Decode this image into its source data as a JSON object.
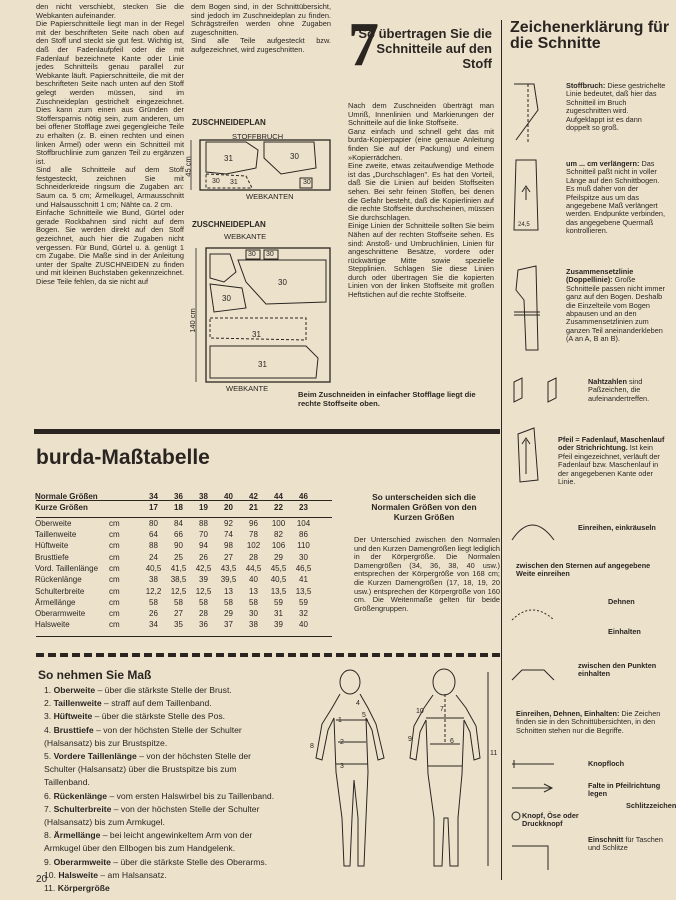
{
  "left_column": {
    "paragraphs": [
      "den nicht verschiebt, stecken Sie die Webkanten aufeinander.",
      "Die Papierschnitteile liegt man in der Regel mit der beschrifteten Seite nach oben auf den Stoff und steckt sie gut fest. Wichtig ist, daß der Fadenlaufpfeil oder die mit Fadenlauf bezeichnete Kante oder Linie jedes Schnitteils genau parallel zur Webkante läuft. Papierschnitteile, die mit der beschrifteten Seite nach unten auf den Stoff gelegt werden müssen, sind im Zuschneideplan gestrichelt eingezeichnet. Dies kann zum einen aus Gründen der Stoffersparnis nötig sein, zum anderen, um bei offener Stofflage zwei gegengleiche Teile zu erhalten (z. B. einen rechten und einen linken Ärmel) oder wenn ein Schnitteil mit Stoffbruchlinie zum ganzen Teil zu ergänzen ist.",
      "Sind alle Schnitteile auf dem Stoff festgesteckt, zeichnen Sie mit Schneiderkreide ringsum die Zugaben an: Saum ca. 5 cm; Ärmelkugel, Armausschnitt und Halsausschnitt 1 cm; Nähte ca. 2 cm.",
      "Einfache Schnitteile wie Bund, Gürtel oder gerade Rockbahnen sind nicht auf dem Bogen. Sie werden direkt auf den Stoff gezeichnet, auch hier die Zugaben nicht vergessen. Für Bund, Gürtel u. ä. genügt 1 cm Zugabe. Die Maße sind in der Anleitung unter der Spalte ZUSCHNEIDEN zu finden und mit kleinen Buchstaben gekennzeichnet. Diese Teile fehlen, da sie nicht auf"
    ]
  },
  "middle_column": {
    "paragraphs": [
      "dem Bogen sind, in der Schnittübersicht, sind jedoch im Zuschneideplan zu finden. Schrägstreifen werden ohne Zugaben zugeschnitten.",
      "Sind alle Teile aufgesteckt bzw. aufgezeichnet, wird zugeschnitten."
    ],
    "plan1": {
      "title": "ZUSCHNEIDEPLAN",
      "top_label": "STOFFBRUCH",
      "bottom_label": "WEBKANTEN",
      "height_label": "45 cm",
      "piece_nums": [
        "31",
        "30",
        "30",
        "31",
        "30"
      ]
    },
    "plan2": {
      "title": "ZUSCHNEIDEPLAN",
      "top_label": "WEBKANTE",
      "bottom_label": "WEBKANTE",
      "height_label": "140 cm",
      "piece_nums": [
        "30",
        "30",
        "30",
        "30",
        "31",
        "31"
      ]
    }
  },
  "section7": {
    "number": "7",
    "heading": "So übertragen Sie die Schnitteile auf den Stoff",
    "paragraphs": [
      "Nach dem Zuschneiden überträgt man Umriß, Innenlinien und Markierungen der Schnitteile auf die linke Stoffseite.",
      "Ganz einfach und schnell geht das mit burda-Kopierpapier (eine genaue Anleitung finden Sie auf der Packung) und einem »Kopierrädchen.",
      "Eine zweite, etwas zeitaufwendige Methode ist das „Durchschlagen\". Es hat den Vorteil, daß Sie die Linien auf beiden Stoffseiten sehen. Bei sehr feinen Stoffen, bei denen die Gefahr besteht, daß die Kopierlinien auf die rechte Stoffseite durchscheinen, müssen Sie durchschlagen.",
      "Einige Linien der Schnitteile sollten Sie beim Nähen auf der rechten Stoffseite sehen. Es sind: Anstoß- und Umbruchlinien, Linien für angeschnittene Besätze, vordere oder rückwärtige Mitte sowie spezielle Stepplinien. Schlagen Sie diese Linien durch oder übertragen Sie die kopierten Linien von der linken Stoffseite mit großen Heftstichen auf die rechte Stoffseite."
    ],
    "caption": "Beim Zuschneiden in einfacher Stofflage liegt die rechte Stoffseite oben."
  },
  "legend": {
    "title": "Zeichenerklärung für die Schnitte",
    "items": [
      {
        "name": "Stoffbruch:",
        "text": "Diese gestrichelte Linie bedeutet, daß hier das Schnitteil im Bruch zugeschnitten wird. Aufgeklappt ist es dann doppelt so groß."
      },
      {
        "name": "um ... cm verlängern:",
        "text": "Das Schnitteil paßt nicht in voller Länge auf den Schnittbogen. Es muß daher von der Pfeilspitze aus um das angegebene Maß verlängert werden. Endpunkte verbinden, das angegebene Quermaß kontrollieren."
      },
      {
        "name": "Zusammensetzlinie (Doppellinie):",
        "text": "Große Schnitteile passen nicht immer ganz auf den Bogen. Deshalb die Einzelteile vom Bogen abpausen und an den Zusammensetzlinien zum ganzen Teil aneinanderkleben (A an A, B an B)."
      },
      {
        "name": "Nahtzahlen",
        "text": "sind Paßzeichen, die aufeinandertreffen."
      },
      {
        "name": "Pfeil = Fadenlauf, Maschenlauf oder Strichrichtung.",
        "text": "Ist kein Pfeil eingezeichnet, verläuft der Fadenlauf bzw. Maschenlauf in der angegebenen Kante oder Linie."
      },
      {
        "name": "Einreihen, einkräuseln",
        "text": ""
      },
      {
        "name": "zwischen den Sternen auf angegebene Weite einreihen",
        "text": ""
      },
      {
        "name": "Dehnen",
        "text": ""
      },
      {
        "name": "Einhalten",
        "text": ""
      },
      {
        "name": "zwischen den Punkten einhalten",
        "text": ""
      },
      {
        "name": "Einreihen, Dehnen, Einhalten:",
        "text": "Die Zeichen finden sie in den Schnittübersichten, in den Schnitten stehen nur die Begriffe."
      },
      {
        "name": "Knopfloch",
        "text": ""
      },
      {
        "name": "Falte in Pfeilrichtung legen",
        "text": ""
      },
      {
        "name": "Knopf, Öse oder Druckknopf",
        "text": ""
      },
      {
        "name": "Schlitzzeichen",
        "text": ""
      },
      {
        "name": "Einschnitt",
        "text": "für Taschen und Schlitze"
      }
    ],
    "fig_label": "24,5"
  },
  "mass_table": {
    "title": "burda-Maßtabelle",
    "normal_label": "Normale Größen",
    "normal_sizes": [
      "34",
      "36",
      "38",
      "40",
      "42",
      "44",
      "46"
    ],
    "kurz_label": "Kurze Größen",
    "kurz_sizes": [
      "17",
      "18",
      "19",
      "20",
      "21",
      "22",
      "23"
    ],
    "rows": [
      {
        "label": "Oberweite",
        "unit": "cm",
        "values": [
          "80",
          "84",
          "88",
          "92",
          "96",
          "100",
          "104"
        ]
      },
      {
        "label": "Taillenweite",
        "unit": "cm",
        "values": [
          "64",
          "66",
          "70",
          "74",
          "78",
          "82",
          "86"
        ]
      },
      {
        "label": "Hüftweite",
        "unit": "cm",
        "values": [
          "88",
          "90",
          "94",
          "98",
          "102",
          "106",
          "110"
        ]
      },
      {
        "label": "Brusttiefe",
        "unit": "cm",
        "values": [
          "24",
          "25",
          "26",
          "27",
          "28",
          "29",
          "30"
        ]
      },
      {
        "label": "Vord. Taillenlänge",
        "unit": "cm",
        "values": [
          "40,5",
          "41,5",
          "42,5",
          "43,5",
          "44,5",
          "45,5",
          "46,5"
        ]
      },
      {
        "label": "Rückenlänge",
        "unit": "cm",
        "values": [
          "38",
          "38,5",
          "39",
          "39,5",
          "40",
          "40,5",
          "41"
        ]
      },
      {
        "label": "Schulterbreite",
        "unit": "cm",
        "values": [
          "12,2",
          "12,5",
          "12,5",
          "13",
          "13",
          "13,5",
          "13,5"
        ]
      },
      {
        "label": "Ärmellänge",
        "unit": "cm",
        "values": [
          "58",
          "58",
          "58",
          "58",
          "58",
          "59",
          "59"
        ]
      },
      {
        "label": "Oberarmweite",
        "unit": "cm",
        "values": [
          "26",
          "27",
          "28",
          "29",
          "30",
          "31",
          "32"
        ]
      },
      {
        "label": "Halsweite",
        "unit": "cm",
        "values": [
          "34",
          "35",
          "36",
          "37",
          "38",
          "39",
          "40"
        ]
      }
    ]
  },
  "sizes_note": {
    "heading": "So unterscheiden sich die Normalen Größen von den Kurzen Größen",
    "text": "Der Unterschied zwischen den Normalen und den Kurzen Damengrößen liegt lediglich in der Körpergröße. Die Normalen Damengrößen (34, 36, 38, 40 usw.) entsprechen der Körpergröße von 168 cm; die Kurzen Damengrößen (17, 18, 19, 20 usw.) entsprechen der Körpergröße von 160 cm. Die Weitenmaße gelten für beide Größengruppen."
  },
  "measure": {
    "title": "So nehmen Sie Maß",
    "items": [
      {
        "n": "1.",
        "name": "Oberweite",
        "text": " – über die stärkste Stelle der Brust."
      },
      {
        "n": "2.",
        "name": "Taillenweite",
        "text": " – straff auf dem Taillenband."
      },
      {
        "n": "3.",
        "name": "Hüftweite",
        "text": " – über die stärkste Stelle des Pos."
      },
      {
        "n": "4.",
        "name": "Brusttiefe",
        "text": " – von der höchsten Stelle der Schulter (Halsansatz) bis zur Brustspitze."
      },
      {
        "n": "5.",
        "name": "Vordere Taillenlänge",
        "text": " – von der höchsten Stelle der Schulter (Halsansatz) über die Brustspitze bis zum Taillenband."
      },
      {
        "n": "6.",
        "name": "Rückenlänge",
        "text": " – vom ersten Halswirbel bis zu Taillenband."
      },
      {
        "n": "7.",
        "name": "Schulterbreite",
        "text": " – von der höchsten Stelle der Schulter (Halsansatz) bis zum Armkugel."
      },
      {
        "n": "8.",
        "name": "Ärmellänge",
        "text": " – bei leicht angewinkeltem Arm von der Armkugel über den Ellbogen bis zum Handgelenk."
      },
      {
        "n": "9.",
        "name": "Oberarmweite",
        "text": " – über die stärkste Stelle des Oberarms."
      },
      {
        "n": "10.",
        "name": "Halsweite",
        "text": " – am Halsansatz."
      },
      {
        "n": "11.",
        "name": "Körpergröße",
        "text": ""
      }
    ],
    "figure_nums": [
      "8",
      "1",
      "2",
      "3",
      "4",
      "5",
      "7",
      "9",
      "10",
      "6",
      "11"
    ]
  },
  "page_number": "20"
}
